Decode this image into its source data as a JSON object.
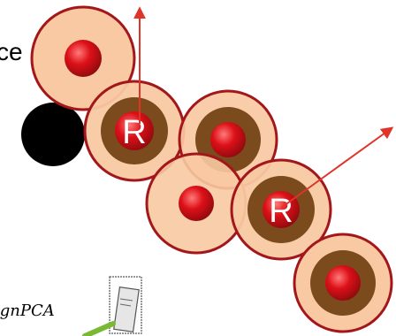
{
  "partial_word": "ce",
  "residue_label_1": "R",
  "residue_label_2": "R",
  "formula_text": "ignPCA",
  "colors": {
    "ring_fill": "#f8c9a2",
    "ring_stroke": "#a3171b",
    "inner_fill": "#7b4a1d",
    "core_fill": "#d10f17",
    "highlight": "#ff6c6c",
    "arrow": "#e0342a",
    "black_sphere": "#000000",
    "green_stroke": "#7ab934"
  }
}
